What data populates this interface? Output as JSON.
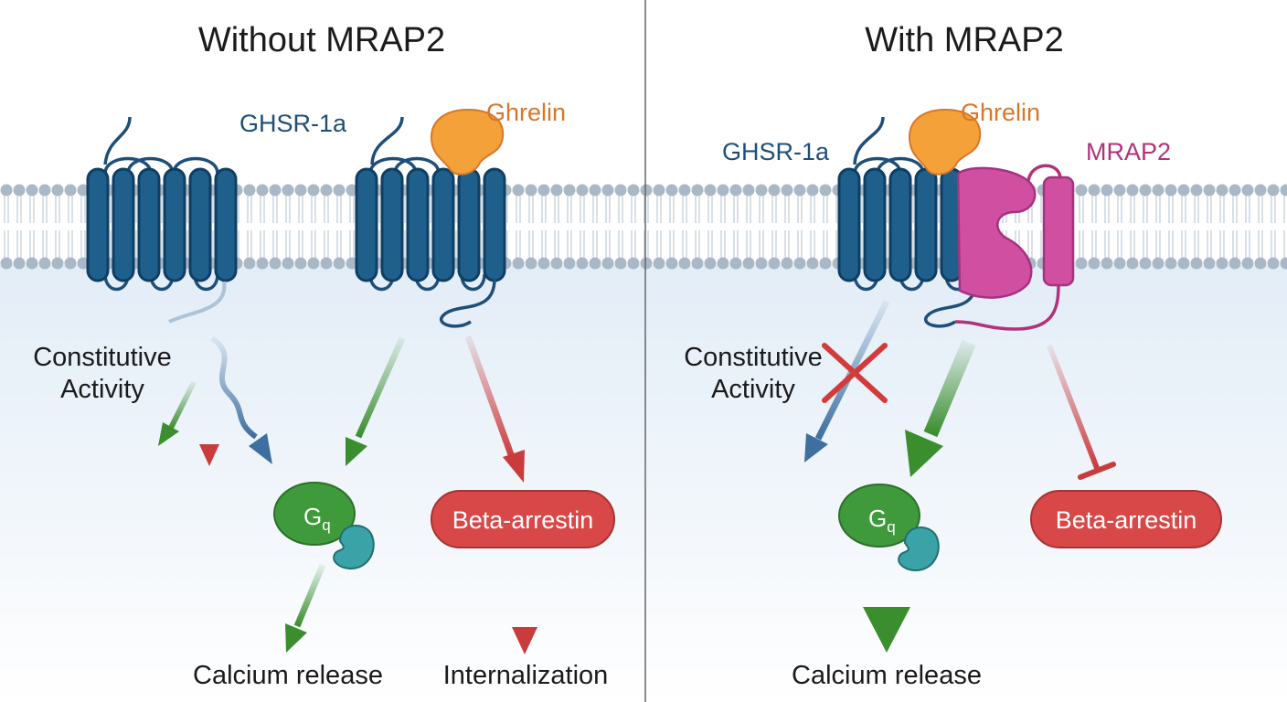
{
  "panels": {
    "left": {
      "title": "Without MRAP2",
      "receptor_label": "GHSR-1a",
      "ligand_label": "Ghrelin",
      "constitutive_line1": "Constitutive",
      "constitutive_line2": "Activity",
      "gq_label": "G",
      "gq_sub": "q",
      "arrestin_label": "Beta-arrestin",
      "outcome_calcium": "Calcium release",
      "outcome_internalization": "Internalization"
    },
    "right": {
      "title": "With MRAP2",
      "receptor_label": "GHSR-1a",
      "ligand_label": "Ghrelin",
      "accessory_label": "MRAP2",
      "constitutive_line1": "Constitutive",
      "constitutive_line2": "Activity",
      "gq_label": "G",
      "gq_sub": "q",
      "arrestin_label": "Beta-arrestin",
      "outcome_calcium": "Calcium release"
    }
  },
  "colors": {
    "receptor": "#1f5f8b",
    "receptor_stroke": "#0f3e63",
    "ghrelin": "#f5a13a",
    "mrap2": "#d04fa0",
    "gq": "#3f9a3c",
    "gq_partner": "#3aa3a8",
    "arrestin": "#d84848",
    "membrane_head": "#a9b8c6",
    "green_arrow": "#3a8e2e",
    "red_arrow": "#c93c3c",
    "blue_arrow": "#3d6f9f"
  }
}
